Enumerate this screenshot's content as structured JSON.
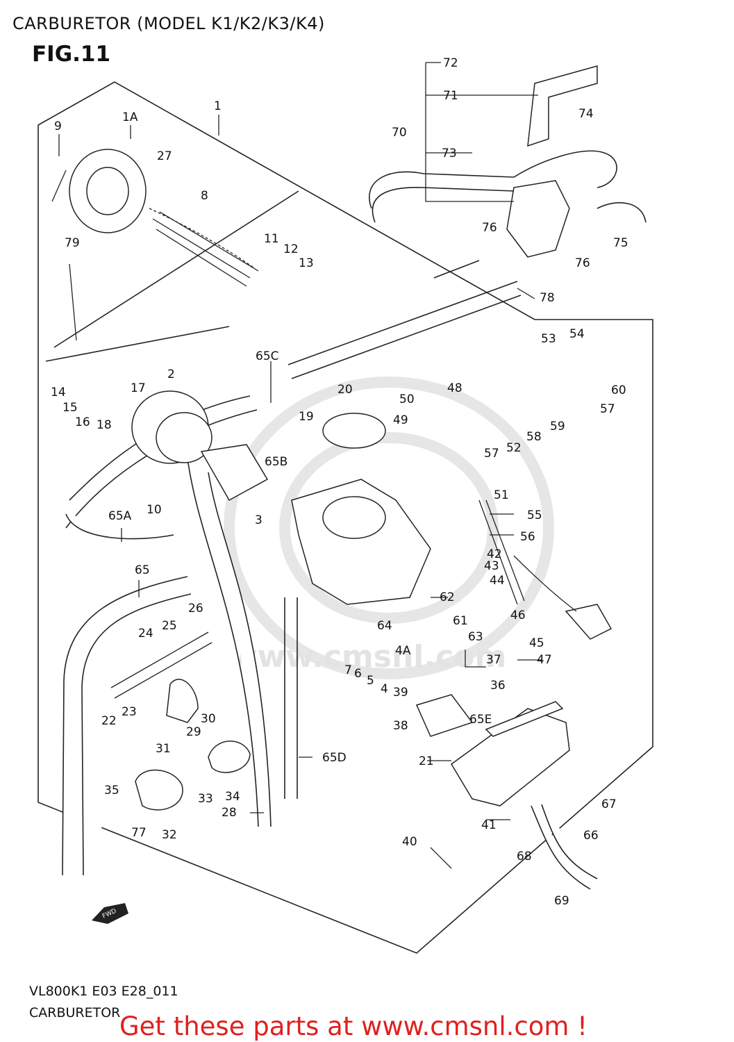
{
  "header": {
    "title": "CARBURETOR (MODEL K1/K2/K3/K4)",
    "figure": "FIG.11"
  },
  "callouts": [
    "1",
    "1A",
    "2",
    "3",
    "4",
    "4A",
    "5",
    "6",
    "7",
    "8",
    "9",
    "10",
    "11",
    "12",
    "13",
    "14",
    "15",
    "16",
    "17",
    "18",
    "19",
    "20",
    "21",
    "22",
    "23",
    "24",
    "25",
    "26",
    "27",
    "28",
    "29",
    "30",
    "31",
    "32",
    "33",
    "34",
    "35",
    "36",
    "37",
    "38",
    "39",
    "40",
    "41",
    "42",
    "43",
    "44",
    "45",
    "46",
    "47",
    "48",
    "49",
    "50",
    "51",
    "52",
    "53",
    "54",
    "55",
    "56",
    "57",
    "58",
    "59",
    "60",
    "61",
    "62",
    "63",
    "64",
    "65",
    "65A",
    "65B",
    "65C",
    "65D",
    "65E",
    "66",
    "67",
    "68",
    "69",
    "70",
    "71",
    "72",
    "73",
    "74",
    "75",
    "76",
    "77",
    "78",
    "79"
  ],
  "watermark": "www.cmsnl.com",
  "badge": "FWD",
  "footer": {
    "code": "VL800K1 E03 E28_011",
    "name": "CARBURETOR",
    "promo": "Get these parts at www.cmsnl.com !"
  }
}
